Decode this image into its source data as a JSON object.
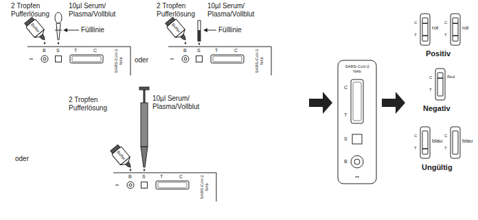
{
  "diagram": {
    "labels": [
      "2 Tropfen Pufferlösung",
      "10µl Serum/ Plasma/Vollblut",
      "Fülllinie",
      "Buffer",
      "B",
      "S",
      "T",
      "C",
      "SARS-CoV-2 NAb",
      "2 Tropfen Pufferlösung",
      "10µl Serum/ Plasma/Vollblut",
      "Fülllinie",
      "Buffer",
      "B",
      "S",
      "T",
      "C",
      "SARS-CoV-2 NAb",
      "oder",
      "2 Tropfen Pufferlösung",
      "10µl Serum/ Plasma/Vollblut",
      "oder",
      "Buffer",
      "B",
      "S",
      "T",
      "C",
      "SARS-CoV-2 NAb",
      "SARS-CoV-2 NAb",
      "C",
      "T",
      "S",
      "B",
      "C",
      "T",
      "rot",
      "C",
      "T",
      "rot",
      "Positiv",
      "C",
      "T",
      "Red",
      "Negativ",
      "C",
      "T",
      "blau",
      "C",
      "T",
      "blau",
      "Ungültig"
    ]
  }
}
